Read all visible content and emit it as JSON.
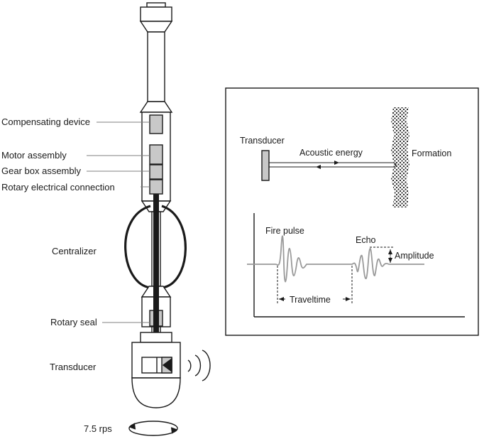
{
  "tool_labels": {
    "compensating_device": "Compensating device",
    "motor_assembly": "Motor assembly",
    "gear_box_assembly": "Gear box assembly",
    "rotary_electrical_connection": "Rotary electrical connection",
    "centralizer": "Centralizer",
    "rotary_seal": "Rotary seal",
    "transducer": "Transducer",
    "rotation_rate": "7.5 rps"
  },
  "inset": {
    "transducer": "Transducer",
    "acoustic_energy": "Acoustic energy",
    "formation": "Formation",
    "fire_pulse": "Fire pulse",
    "echo": "Echo",
    "amplitude": "Amplitude",
    "traveltime": "Traveltime"
  },
  "colors": {
    "line": "#1a1a1a",
    "component_fill": "#c8c8c8",
    "waveform": "#9a9a9a",
    "leader": "#808080"
  }
}
